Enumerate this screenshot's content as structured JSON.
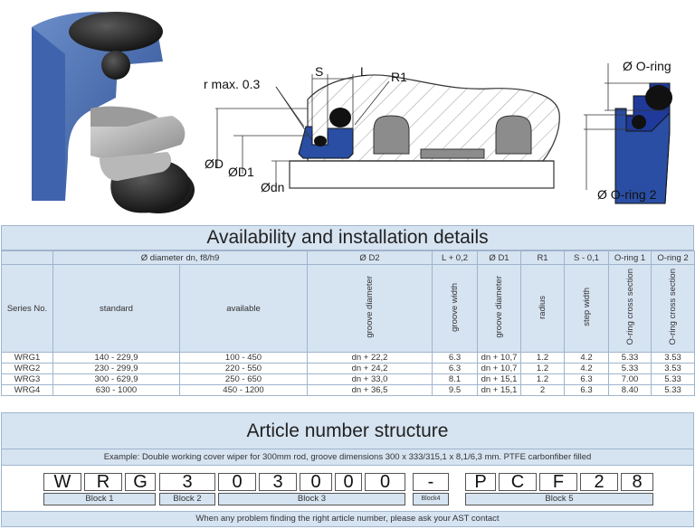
{
  "drawing": {
    "labels": {
      "r_max": "r max. 0.3",
      "s": "S",
      "l": "L",
      "r1": "R1",
      "d": "ØD",
      "d1": "ØD1",
      "dn": "Ødn",
      "oring": "Ø O-ring",
      "oring2": "Ø O-ring 2"
    },
    "colors": {
      "seal_blue": "#2a4ea3",
      "oring_black": "#1a1a1a",
      "housing_gray": "#8c8c8c"
    }
  },
  "availability": {
    "title": "Availability and installation details",
    "group_headers": {
      "diameter": "Ø diameter dn, f8/h9",
      "d2": "Ø D2",
      "l": "L + 0,2",
      "d1": "Ø D1",
      "r1": "R1",
      "s": "S - 0,1",
      "oring1": "O-ring 1",
      "oring2": "O-ring 2"
    },
    "sub_headers": {
      "series": "Series No.",
      "standard": "standard",
      "available": "available",
      "groove_diameter": "groove diameter",
      "groove_width": "groove width",
      "groove_diameter2": "groove diameter",
      "radius": "radius",
      "step_width": "step width",
      "oring1_cs": "O-ring cross section",
      "oring2_cs": "O-ring cross section"
    },
    "rows": [
      [
        "WRG1",
        "140 - 229,9",
        "100 - 450",
        "dn + 22,2",
        "6.3",
        "dn + 10,7",
        "1.2",
        "4.2",
        "5.33",
        "3.53"
      ],
      [
        "WRG2",
        "230 - 299,9",
        "220 - 550",
        "dn + 24,2",
        "6.3",
        "dn + 10,7",
        "1.2",
        "4.2",
        "5.33",
        "3.53"
      ],
      [
        "WRG3",
        "300 - 629,9",
        "250 - 650",
        "dn + 33,0",
        "8.1",
        "dn + 15,1",
        "1.2",
        "6.3",
        "7.00",
        "5.33"
      ],
      [
        "WRG4",
        "630 - 1000",
        "450 - 1200",
        "dn + 36,5",
        "9.5",
        "dn + 15,1",
        "2",
        "6.3",
        "8.40",
        "5.33"
      ]
    ]
  },
  "article": {
    "title": "Article number structure",
    "example": "Example:   Double working cover wiper for 300mm rod, groove dimensions 300 x 333/315,1 x 8,1/6,3 mm. PTFE carbonfiber filled",
    "chars": [
      "W",
      "R",
      "G",
      "3",
      "0",
      "3",
      "0",
      "0",
      "0",
      "-",
      "P",
      "C",
      "F",
      "2",
      "8"
    ],
    "blocks": [
      "Block 1",
      "Block 2",
      "Block 3",
      "Block4",
      "Block 5"
    ],
    "footer": "When any problem finding the right article number, please ask your AST contact"
  }
}
